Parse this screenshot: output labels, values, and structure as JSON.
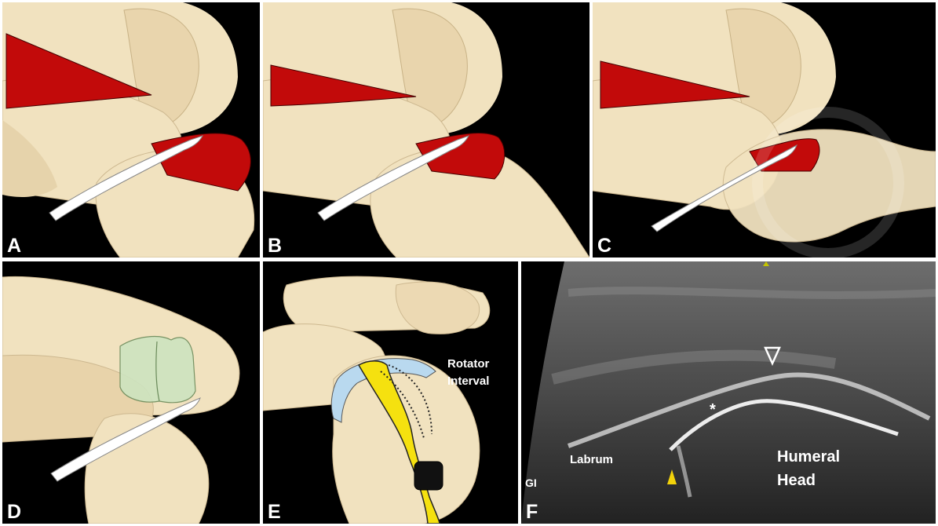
{
  "panels": [
    {
      "label": "A"
    },
    {
      "label": "B"
    },
    {
      "label": "C"
    },
    {
      "label": "D"
    },
    {
      "label": "E",
      "annotation": [
        "Rotator",
        "Interval"
      ]
    },
    {
      "label": "F",
      "annotations": {
        "labrum": "Labrum",
        "humeral": [
          "Humeral",
          "Head"
        ],
        "gi": "GI",
        "asterisk": "*"
      }
    }
  ],
  "colors": {
    "bone": "#f1e2bf",
    "bone_shadow": "#d9c49a",
    "muscle": "#c20a0a",
    "tendon": "#ffffff",
    "biceps_tendon": "#f5e10f",
    "ligament": "#b9d9ef",
    "cartilage": "#cde4c0",
    "background": "#000000",
    "ultrasound_marker": "#f2d20a"
  },
  "icons": {
    "yellow_arrowhead": "filled-triangle-icon",
    "white_arrowhead": "outline-triangle-icon"
  }
}
